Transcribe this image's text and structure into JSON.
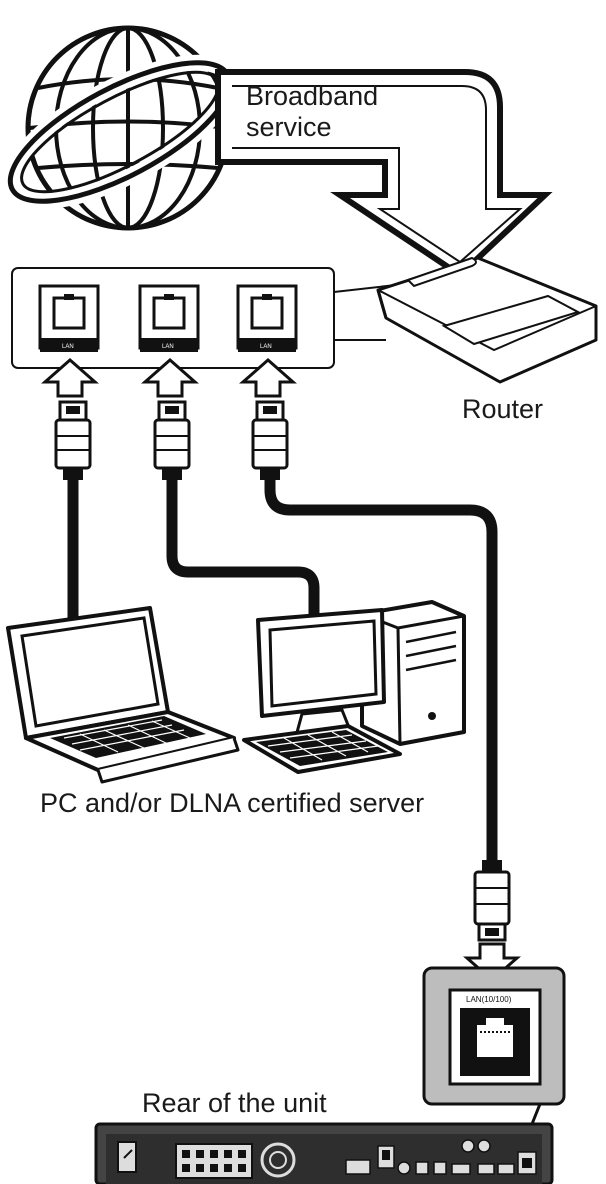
{
  "labels": {
    "broadband_line1": "Broadband",
    "broadband_line2": "service",
    "router": "Router",
    "pc_server": "PC and/or DLNA certified server",
    "rear_unit": "Rear of the unit"
  },
  "router_ports": [
    "LAN",
    "LAN",
    "LAN"
  ],
  "unit_port": "LAN(10/100)",
  "colors": {
    "ink": "#111111",
    "panel_gray": "#bdbdbd",
    "arrow_fill": "#ffffff"
  }
}
